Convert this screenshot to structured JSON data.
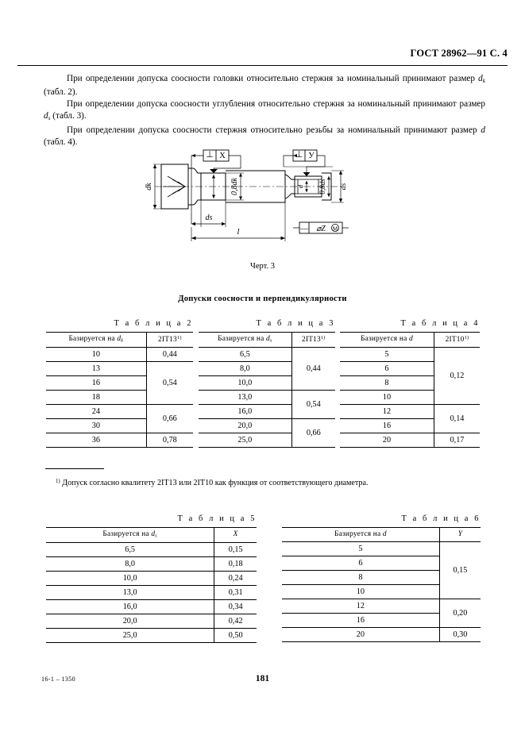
{
  "header": {
    "standard_line": "ГОСТ 28962—91 С. 4"
  },
  "body": {
    "para1_before": "При определении допуска соосности головки относительно стержня за номинальный принимают размер ",
    "para1_symbol": "d",
    "para1_sub": "k",
    "para1_after": " (табл. 2).",
    "para2_before": "При определении допуска соосности углубления относительно стержня за номинальный принимают размер ",
    "para2_symbol": "d",
    "para2_sub": "s",
    "para2_after": " (табл. 3).",
    "para3_before": "При определении допуска соосности стержня относительно резьбы за номинальный принимают размер ",
    "para3_symbol": "d",
    "para3_after": " (табл. 4)."
  },
  "figure": {
    "caption": "Черт. 3",
    "callout_left_symbol": "⊥",
    "callout_left_value": "X",
    "callout_right_symbol": "⊥",
    "callout_right_value": "У",
    "datum_box_symbol": "—",
    "datum_box_value": "⌀Z",
    "datum_box_modifier": "M",
    "dim_dk": "dk",
    "dim_08dk": "0,8dk",
    "dim_ds_horizontal": "ds",
    "dim_length": "l",
    "dim_d_inner": "d",
    "dim_08ds": "0,8ds",
    "dim_ds_vertical": "ds"
  },
  "section_title": "Допуски соосности и перпендикулярности",
  "footnote": {
    "marker": "1)",
    "text": "Допуск согласно квалитету 2IT13 или 2IT10 как функция от соответствующего диаметра."
  },
  "tables": {
    "t2": {
      "caption": "Т а б л и ц а  2",
      "col1_prefix": "Базируется на ",
      "col1_symbol": "d",
      "col1_sub": "k",
      "col2_header": "2IT13",
      "col2_header_sup": "1)",
      "rows": [
        "10",
        "13",
        "16",
        "18",
        "24",
        "30",
        "36"
      ],
      "groups": [
        {
          "value": "0,44",
          "span": 1
        },
        {
          "value": "0,54",
          "span": 3
        },
        {
          "value": "0,66",
          "span": 2
        },
        {
          "value": "0,78",
          "span": 1
        }
      ]
    },
    "t3": {
      "caption": "Т а б л и ц а  3",
      "col1_prefix": "Базируется на ",
      "col1_symbol": "d",
      "col1_sub": "s",
      "col2_header": "2IT13",
      "col2_header_sup": "1)",
      "rows": [
        "6,5",
        "8,0",
        "10,0",
        "13,0",
        "16,0",
        "20,0",
        "25,0"
      ],
      "groups": [
        {
          "value": "0,44",
          "span": 3
        },
        {
          "value": "0,54",
          "span": 2
        },
        {
          "value": "0,66",
          "span": 2
        }
      ]
    },
    "t4": {
      "caption": "Т а б л и ц а  4",
      "col1_prefix": "Базируется на ",
      "col1_symbol": "d",
      "col1_sub": "",
      "col2_header": "2IT10",
      "col2_header_sup": "1)",
      "rows": [
        "5",
        "6",
        "8",
        "10",
        "12",
        "16",
        "20"
      ],
      "groups": [
        {
          "value": "0,12",
          "span": 4
        },
        {
          "value": "0,14",
          "span": 2
        },
        {
          "value": "0,17",
          "span": 1
        }
      ]
    },
    "t5": {
      "caption": "Т а б л и ц а  5",
      "col1_prefix": "Базируется на ",
      "col1_symbol": "d",
      "col1_sub": "s",
      "col2_header": "X",
      "col2_header_sup": "",
      "rows": [
        "6,5",
        "8,0",
        "10,0",
        "13,0",
        "16,0",
        "20,0",
        "25,0"
      ],
      "groups": [
        {
          "value": "0,15",
          "span": 1
        },
        {
          "value": "0,18",
          "span": 1
        },
        {
          "value": "0,24",
          "span": 1
        },
        {
          "value": "0,31",
          "span": 1
        },
        {
          "value": "0,34",
          "span": 1
        },
        {
          "value": "0,42",
          "span": 1
        },
        {
          "value": "0,50",
          "span": 1
        }
      ]
    },
    "t6": {
      "caption": "Т а б л и ц а  6",
      "col1_prefix": "Базируется на ",
      "col1_symbol": "d",
      "col1_sub": "",
      "col2_header": "Y",
      "col2_header_sup": "",
      "rows": [
        "5",
        "6",
        "8",
        "10",
        "12",
        "16",
        "20"
      ],
      "groups": [
        {
          "value": "0,15",
          "span": 4
        },
        {
          "value": "0,20",
          "span": 2
        },
        {
          "value": "0,30",
          "span": 1
        }
      ]
    }
  },
  "footer": {
    "left_code": "16-1 – 1350",
    "page_number": "181"
  }
}
